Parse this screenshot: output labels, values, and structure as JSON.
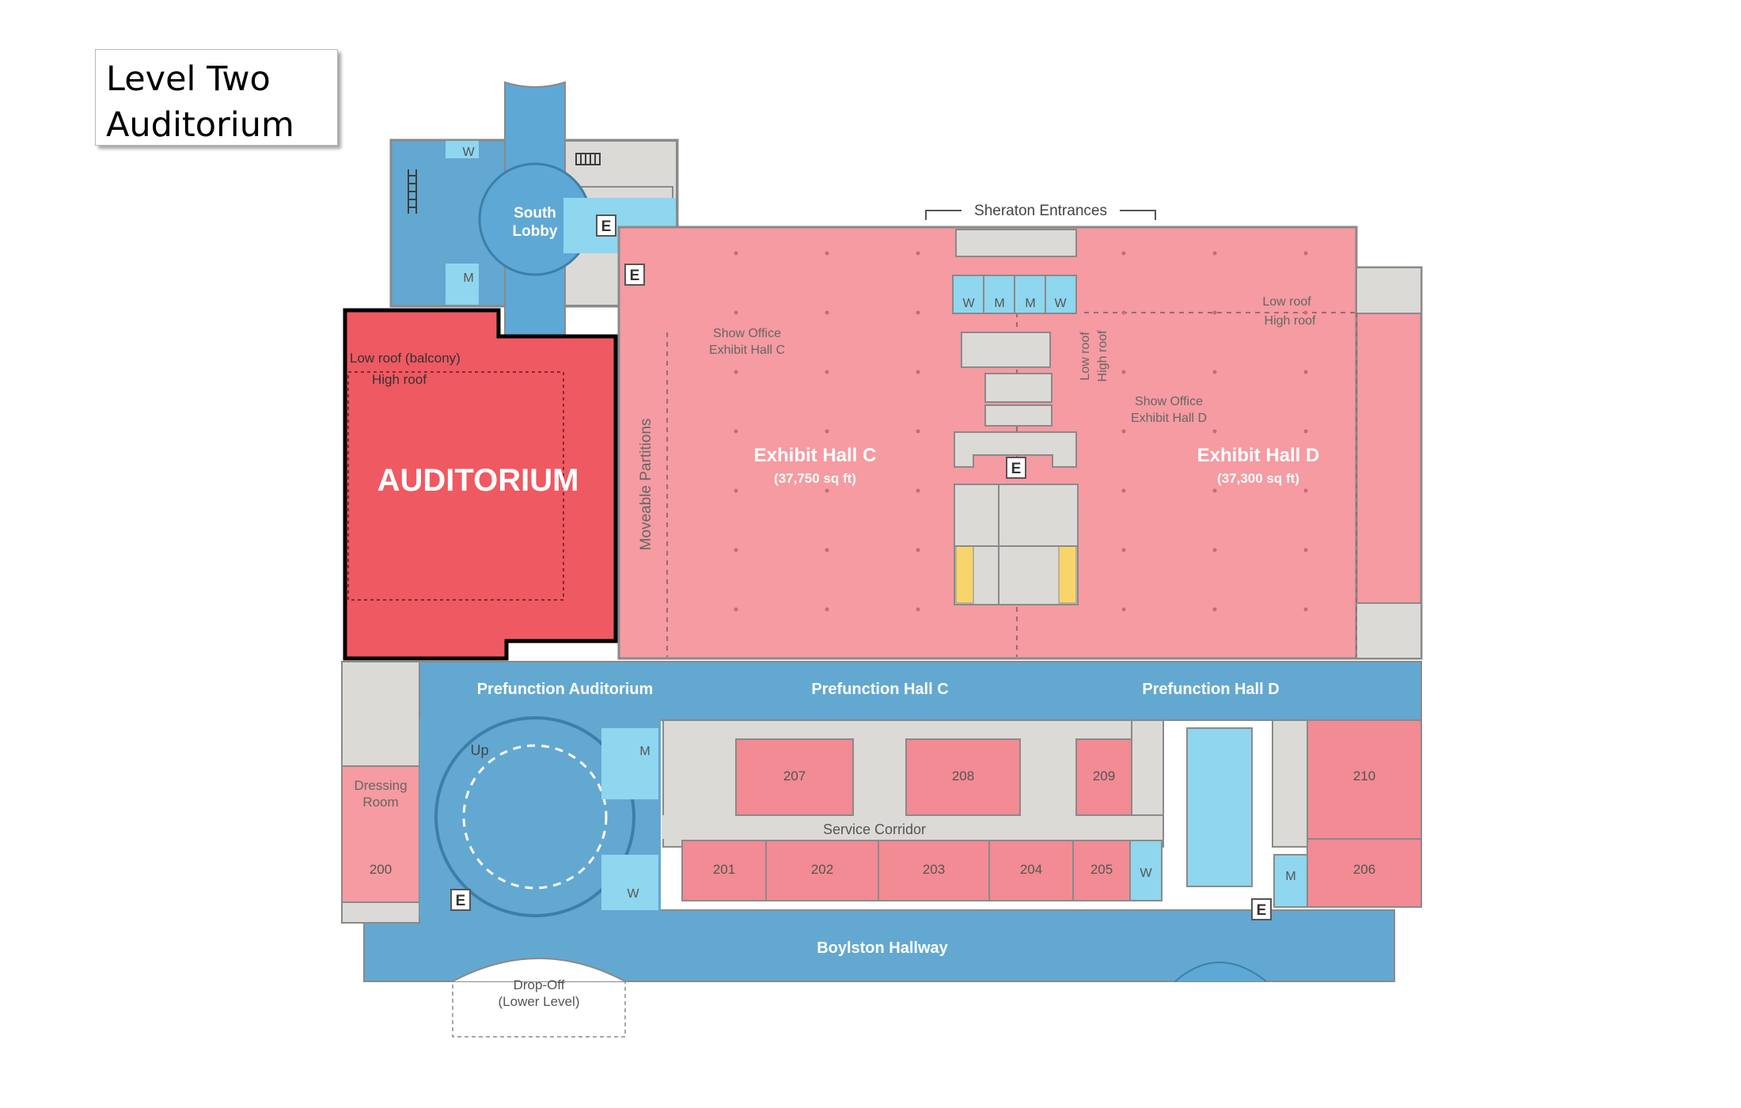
{
  "title": {
    "line1": "Level Two",
    "line2": "Auditorium"
  },
  "colors": {
    "highlight_room": "#ef5961",
    "highlight_border": "#000000",
    "exhibit_hall": "#f59ba1",
    "meeting_room": "#f28b93",
    "prefunction": "#63a8d1",
    "lobby": "#5ea8d6",
    "restroom": "#8fd6ef",
    "service": "#dcdad6",
    "elevator_yellow": "#f8d56b"
  },
  "labels": {
    "sheraton_entrances": "Sheraton Entrances",
    "south_lobby_1": "South",
    "south_lobby_2": "Lobby",
    "auditorium": "AUDITORIUM",
    "low_roof_balcony": "Low roof (balcony)",
    "high_roof": "High  roof",
    "moveable_partitions": "Moveable Partitions",
    "show_office_c_1": "Show Office",
    "show_office_c_2": "Exhibit Hall C",
    "show_office_d_1": "Show Office",
    "show_office_d_2": "Exhibit Hall D",
    "exhibit_hall_c": "Exhibit Hall C",
    "exhibit_hall_c_size": "(37,750 sq ft)",
    "exhibit_hall_d": "Exhibit Hall D",
    "exhibit_hall_d_size": "(37,300 sq ft)",
    "low_roof_d": "Low roof",
    "high_roof_d": "High  roof",
    "low_roof_v": "Low roof",
    "high_roof_v": "High  roof",
    "prefunction_auditorium": "Prefunction Auditorium",
    "prefunction_hall_c": "Prefunction Hall C",
    "prefunction_hall_d": "Prefunction Hall D",
    "service_corridor": "Service Corridor",
    "boylston_hallway": "Boylston Hallway",
    "dropoff_1": "Drop-Off",
    "dropoff_2": "(Lower Level)",
    "dressing_1": "Dressing",
    "dressing_2": "Room",
    "up": "Up",
    "elevator": "E",
    "women": "W",
    "men": "M"
  },
  "rooms": [
    "200",
    "201",
    "202",
    "203",
    "204",
    "205",
    "206",
    "207",
    "208",
    "209",
    "210"
  ]
}
